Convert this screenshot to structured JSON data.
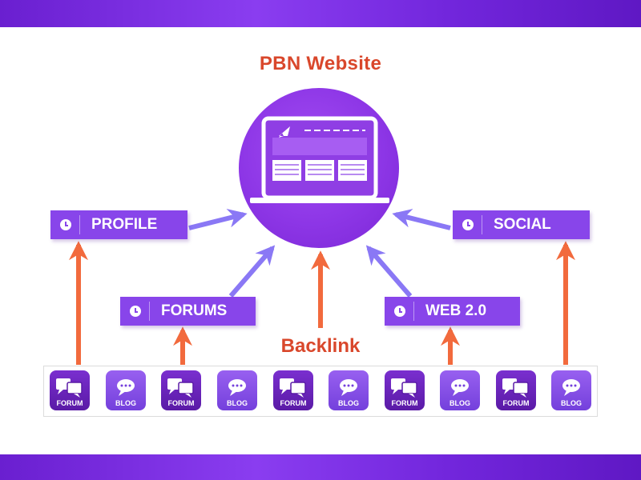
{
  "title": "PBN Website",
  "center_label": "Backlink",
  "nodes": {
    "profile": "PROFILE",
    "social": "SOCIAL",
    "forums": "FORUMS",
    "web20": "WEB 2.0"
  },
  "source_strip": [
    {
      "label": "FORUM",
      "kind": "forum-icon"
    },
    {
      "label": "BLOG",
      "kind": "blog-icon"
    },
    {
      "label": "FORUM",
      "kind": "forum-icon"
    },
    {
      "label": "BLOG",
      "kind": "blog-icon"
    },
    {
      "label": "FORUM",
      "kind": "forum-icon"
    },
    {
      "label": "BLOG",
      "kind": "blog-icon"
    },
    {
      "label": "FORUM",
      "kind": "forum-icon"
    },
    {
      "label": "BLOG",
      "kind": "blog-icon"
    },
    {
      "label": "FORUM",
      "kind": "forum-icon"
    },
    {
      "label": "BLOG",
      "kind": "blog-icon"
    }
  ],
  "colors": {
    "brand_purple": "#8845ea",
    "accent_orange": "#f26a3d",
    "title_red": "#d9472b",
    "arrow_lavender": "#8a78f5"
  }
}
